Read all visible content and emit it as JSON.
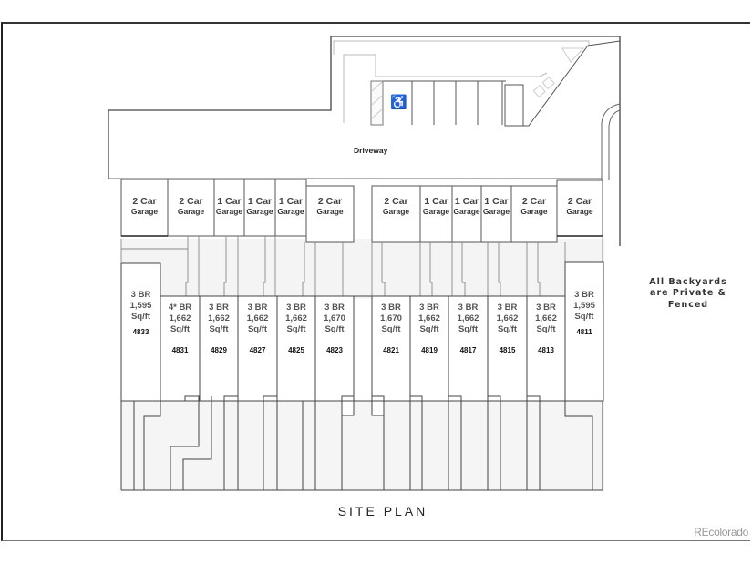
{
  "title": "SITE PLAN",
  "watermark": "REcolorado",
  "driveway_label": "Driveway",
  "accessible_icon": "wheelchair-icon",
  "note": [
    "All Backyards",
    "are Private &",
    "Fenced"
  ],
  "garages_left": [
    {
      "size": "2 Car",
      "type": "Garage"
    },
    {
      "size": "2 Car",
      "type": "Garage"
    },
    {
      "size": "1 Car",
      "type": "Garage"
    },
    {
      "size": "1 Car",
      "type": "Garage"
    },
    {
      "size": "1 Car",
      "type": "Garage"
    },
    {
      "size": "2 Car",
      "type": "Garage"
    }
  ],
  "garages_right": [
    {
      "size": "2 Car",
      "type": "Garage"
    },
    {
      "size": "1 Car",
      "type": "Garage"
    },
    {
      "size": "1 Car",
      "type": "Garage"
    },
    {
      "size": "1 Car",
      "type": "Garage"
    },
    {
      "size": "2 Car",
      "type": "Garage"
    },
    {
      "size": "2 Car",
      "type": "Garage"
    }
  ],
  "units_left": [
    {
      "beds": "3 BR",
      "sqft": "1,595",
      "unit": "Sq/ft",
      "address": "4833"
    },
    {
      "beds": "4* BR",
      "sqft": "1,662",
      "unit": "Sq/ft",
      "address": "4831"
    },
    {
      "beds": "3 BR",
      "sqft": "1,662",
      "unit": "Sq/ft",
      "address": "4829"
    },
    {
      "beds": "3 BR",
      "sqft": "1,662",
      "unit": "Sq/ft",
      "address": "4827"
    },
    {
      "beds": "3 BR",
      "sqft": "1,662",
      "unit": "Sq/ft",
      "address": "4825"
    },
    {
      "beds": "3 BR",
      "sqft": "1,670",
      "unit": "Sq/ft",
      "address": "4823"
    }
  ],
  "units_right": [
    {
      "beds": "3 BR",
      "sqft": "1,670",
      "unit": "Sq/ft",
      "address": "4821"
    },
    {
      "beds": "3 BR",
      "sqft": "1,662",
      "unit": "Sq/ft",
      "address": "4819"
    },
    {
      "beds": "3 BR",
      "sqft": "1,662",
      "unit": "Sq/ft",
      "address": "4817"
    },
    {
      "beds": "3 BR",
      "sqft": "1,662",
      "unit": "Sq/ft",
      "address": "4815"
    },
    {
      "beds": "3 BR",
      "sqft": "1,662",
      "unit": "Sq/ft",
      "address": "4813"
    },
    {
      "beds": "3 BR",
      "sqft": "1,595",
      "unit": "Sq/ft",
      "address": "4811"
    }
  ]
}
